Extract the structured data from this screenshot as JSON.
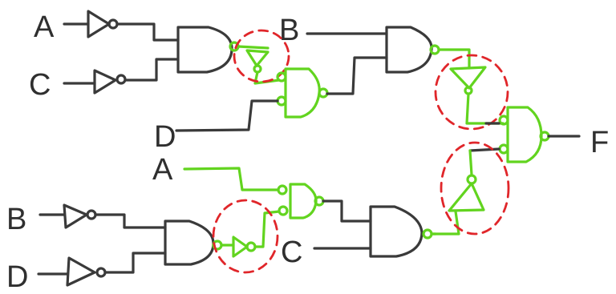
{
  "diagram": {
    "labels": {
      "input_a_top": "A",
      "input_c_top": "C",
      "input_b_top": "B",
      "input_d_mid": "D",
      "input_a_mid": "A",
      "input_b_bottom": "B",
      "input_d_bottom": "D",
      "input_c_bottom": "C",
      "output_f": "F"
    },
    "colors": {
      "original_wiring": "#3a3a3a",
      "added_gates": "#62d41f",
      "highlight_circles": "#e0262a"
    }
  }
}
